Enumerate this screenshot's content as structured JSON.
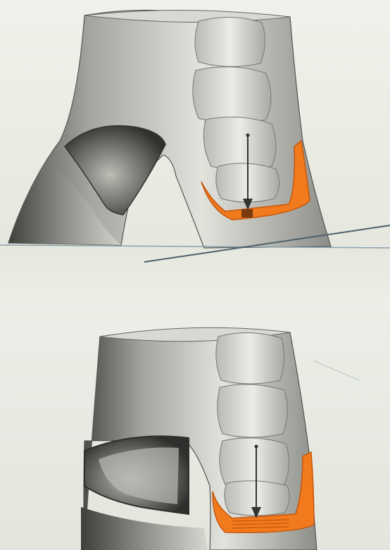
{
  "figure": {
    "panels": [
      {
        "id": "top",
        "arrow": "downward",
        "highlight": "orange"
      },
      {
        "id": "bottom",
        "arrow": "downward",
        "highlight": "orange"
      }
    ],
    "colors": {
      "paper": "#ecede6",
      "outline": "#555555",
      "shade_dark": "#3d3d3d",
      "shade_mid": "#8a8a86",
      "shade_light": "#d8d9d2",
      "highlight": "#f07a1c",
      "highlight_dark": "#c7560c",
      "arrow": "#333333",
      "divider_line": "#5b6a75"
    },
    "icons": [
      "arrow-down-icon",
      "arrow-down-icon"
    ]
  }
}
